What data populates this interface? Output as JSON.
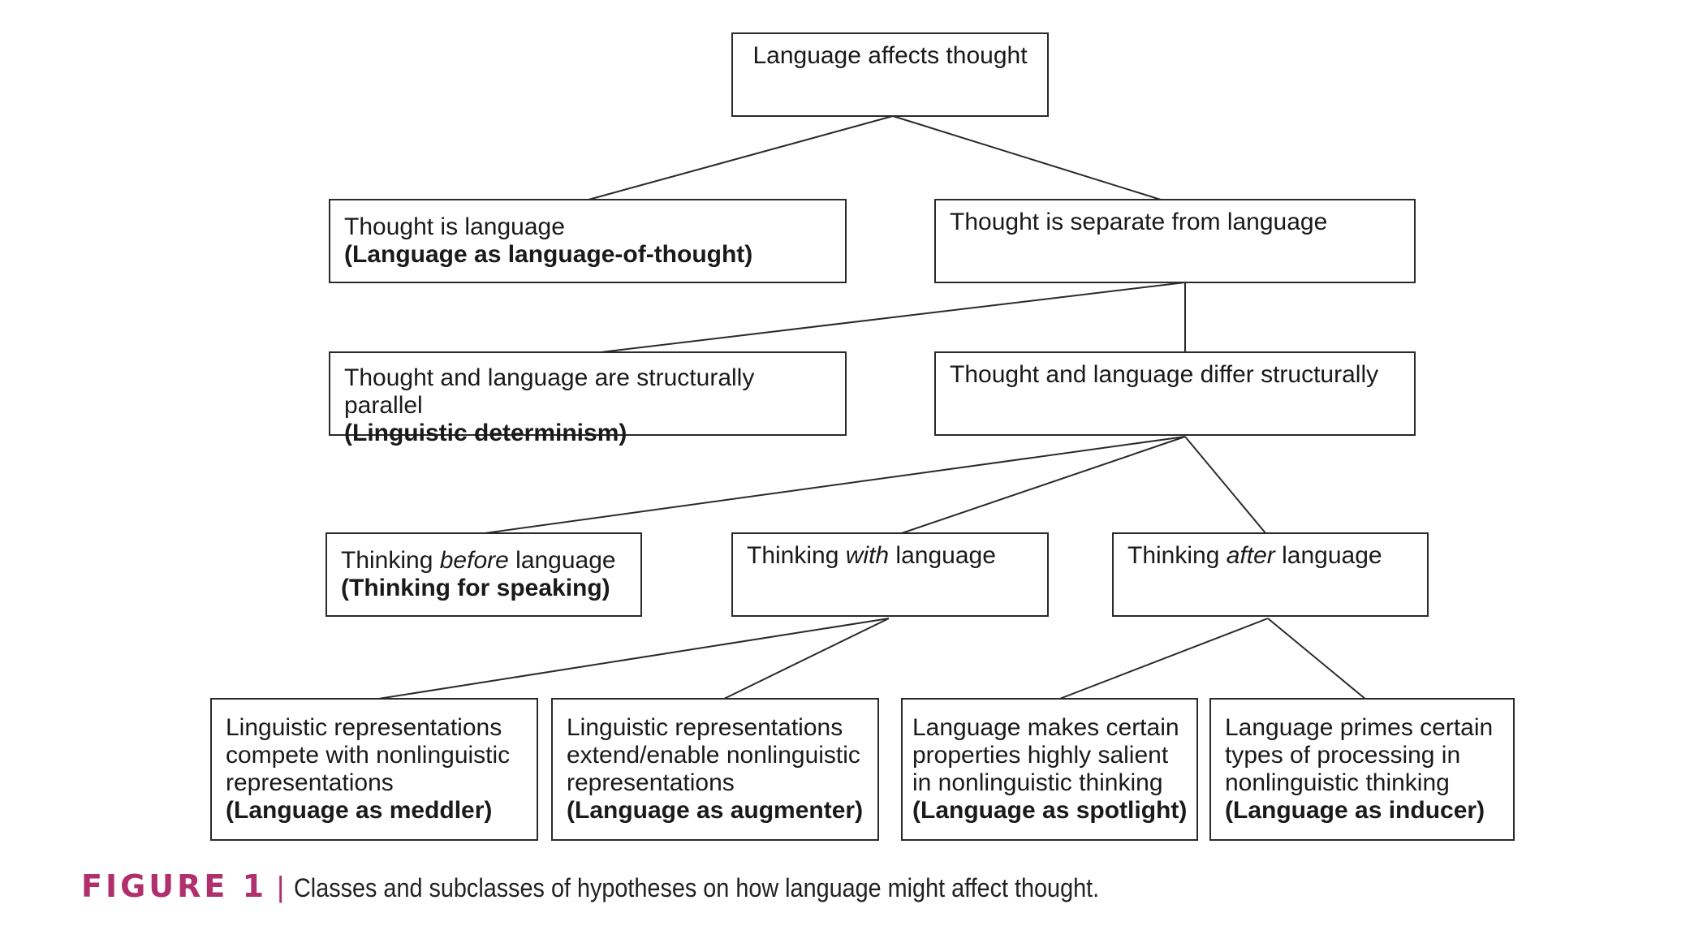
{
  "nodes": {
    "root": {
      "line1": "Language affects thought"
    },
    "thought_is_language": {
      "line1": "Thought is language",
      "bold": "(Language as language-of-thought)"
    },
    "thought_separate": {
      "line1": "Thought is separate from language"
    },
    "structurally_parallel": {
      "line1": "Thought and language are structurally parallel",
      "bold": "(Linguistic determinism)"
    },
    "differ_structurally": {
      "line1": "Thought and language differ structurally"
    },
    "thinking_before": {
      "pre": "Thinking ",
      "em": "before",
      "post": " language",
      "bold": "(Thinking for speaking)"
    },
    "thinking_with": {
      "pre": "Thinking ",
      "em": "with",
      "post": " language"
    },
    "thinking_after": {
      "pre": "Thinking ",
      "em": "after",
      "post": " language"
    },
    "meddler": {
      "line1": "Linguistic representations",
      "line2": "compete with nonlinguistic",
      "line3": "representations",
      "bold": "(Language as meddler)"
    },
    "augmenter": {
      "line1": "Linguistic representations",
      "line2": "extend/enable nonlinguistic",
      "line3": "representations",
      "bold": "(Language as augmenter)"
    },
    "spotlight": {
      "line1": "Language makes certain",
      "line2": "properties highly salient",
      "line3": "in nonlinguistic thinking",
      "bold": "(Language as spotlight)"
    },
    "inducer": {
      "line1": "Language primes certain",
      "line2": "types of processing in",
      "line3": "nonlinguistic thinking",
      "bold": "(Language as inducer)"
    }
  },
  "caption": {
    "label": "FIGURE 1",
    "separator": "|",
    "text": "Classes and subclasses of hypotheses on how language might affect thought."
  },
  "colors": {
    "caption_accent": "#b0306e",
    "line": "#2a2a2a"
  }
}
